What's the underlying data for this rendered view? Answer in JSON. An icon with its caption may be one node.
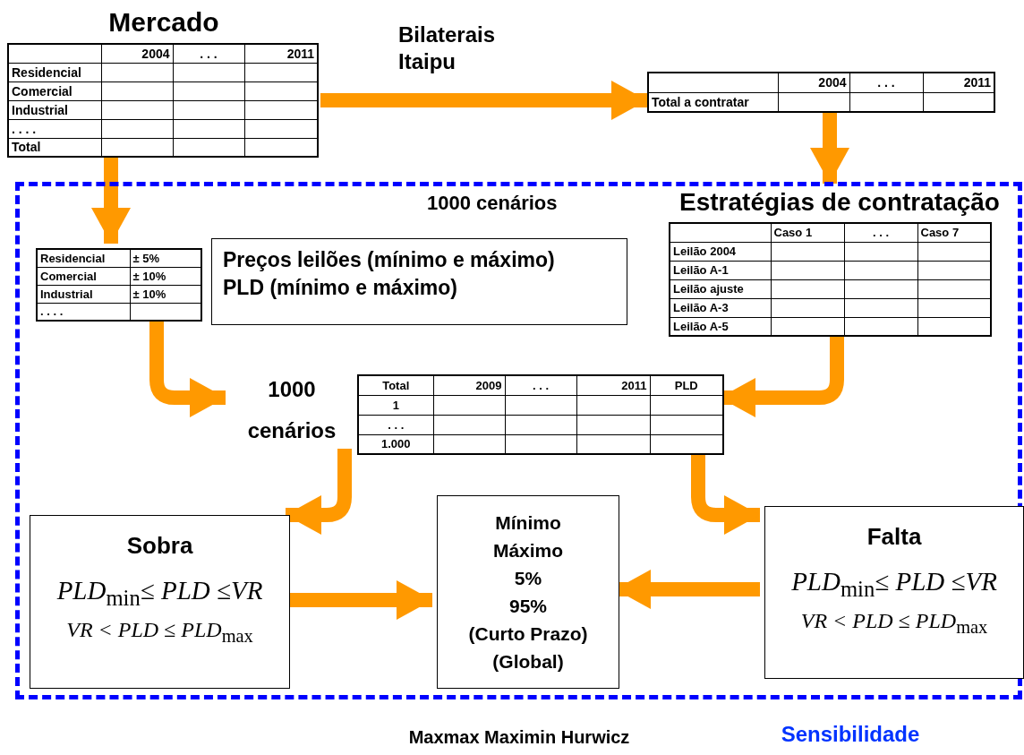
{
  "diagram": {
    "nodes": [
      {
        "text": [
          "Mercado",
          "2004",
          ". . .",
          "2011",
          "Residencial",
          "Comercial",
          "Industrial",
          ". . . .",
          "Total"
        ]
      },
      {
        "text": [
          "2004",
          ". . .",
          "2011",
          "Total a contratar"
        ]
      },
      {
        "text": [
          "1000 cenários"
        ]
      },
      {
        "text": [
          "Residencial",
          "± 5%",
          "Comercial",
          "± 10%",
          "Industrial",
          "± 10%",
          ". . . ."
        ],
        "in": 2
      },
      {
        "text": [
          "Preços leilões (mínimo  e máximo)",
          "PLD (mínimo  e  máximo)"
        ],
        "in": 2
      },
      {
        "text": [
          "Estratégias de contratação",
          "Caso 1",
          ". . .",
          "Caso 7",
          "Leilão 2004",
          "Leilão A-1",
          "Leilão ajuste",
          "Leilão A-3",
          "Leilão A-5"
        ],
        "in": 2
      },
      {
        "text": [
          "1000 cenários",
          "Total",
          "2009",
          ". . .",
          "2011",
          "PLD",
          "1",
          ". . .",
          "1.000"
        ],
        "in": 2
      },
      {
        "text": [
          "Sobra",
          "PLD$_{min}$≤ PLD ≤VR",
          "VR < PLD ≤ PLD$_{max}$"
        ],
        "in": 2
      },
      {
        "text": [
          "Mínimo",
          "Máximo",
          "5%",
          "95%",
          "(Curto Prazo)",
          "(Global)"
        ],
        "in": 2
      },
      {
        "text": [
          "Falta",
          "PLD$_{min}$≤ PLD ≤VR",
          "VR < PLD ≤ PLD$_{max}$"
        ],
        "in": 2
      }
    ],
    "edges": [
      {
        "from": 0,
        "to": 1,
        "arrow": "to",
        "label": "Bilaterais Itaipu"
      },
      {
        "from": 0,
        "to": 3,
        "arrow": "to"
      },
      {
        "from": 1,
        "to": 5,
        "arrow": "to"
      },
      {
        "from": 3,
        "to": 6,
        "arrow": "to"
      },
      {
        "from": 5,
        "to": 6,
        "arrow": "to"
      },
      {
        "from": 6,
        "to": 7,
        "arrow": "to"
      },
      {
        "from": 6,
        "to": 9,
        "arrow": "to"
      },
      {
        "from": 7,
        "to": 8,
        "arrow": "to"
      },
      {
        "from": 9,
        "to": 8,
        "arrow": "to"
      }
    ],
    "labels": [
      "Maxmax Maximin Hurwicz",
      "Sensibilidade"
    ]
  }
}
